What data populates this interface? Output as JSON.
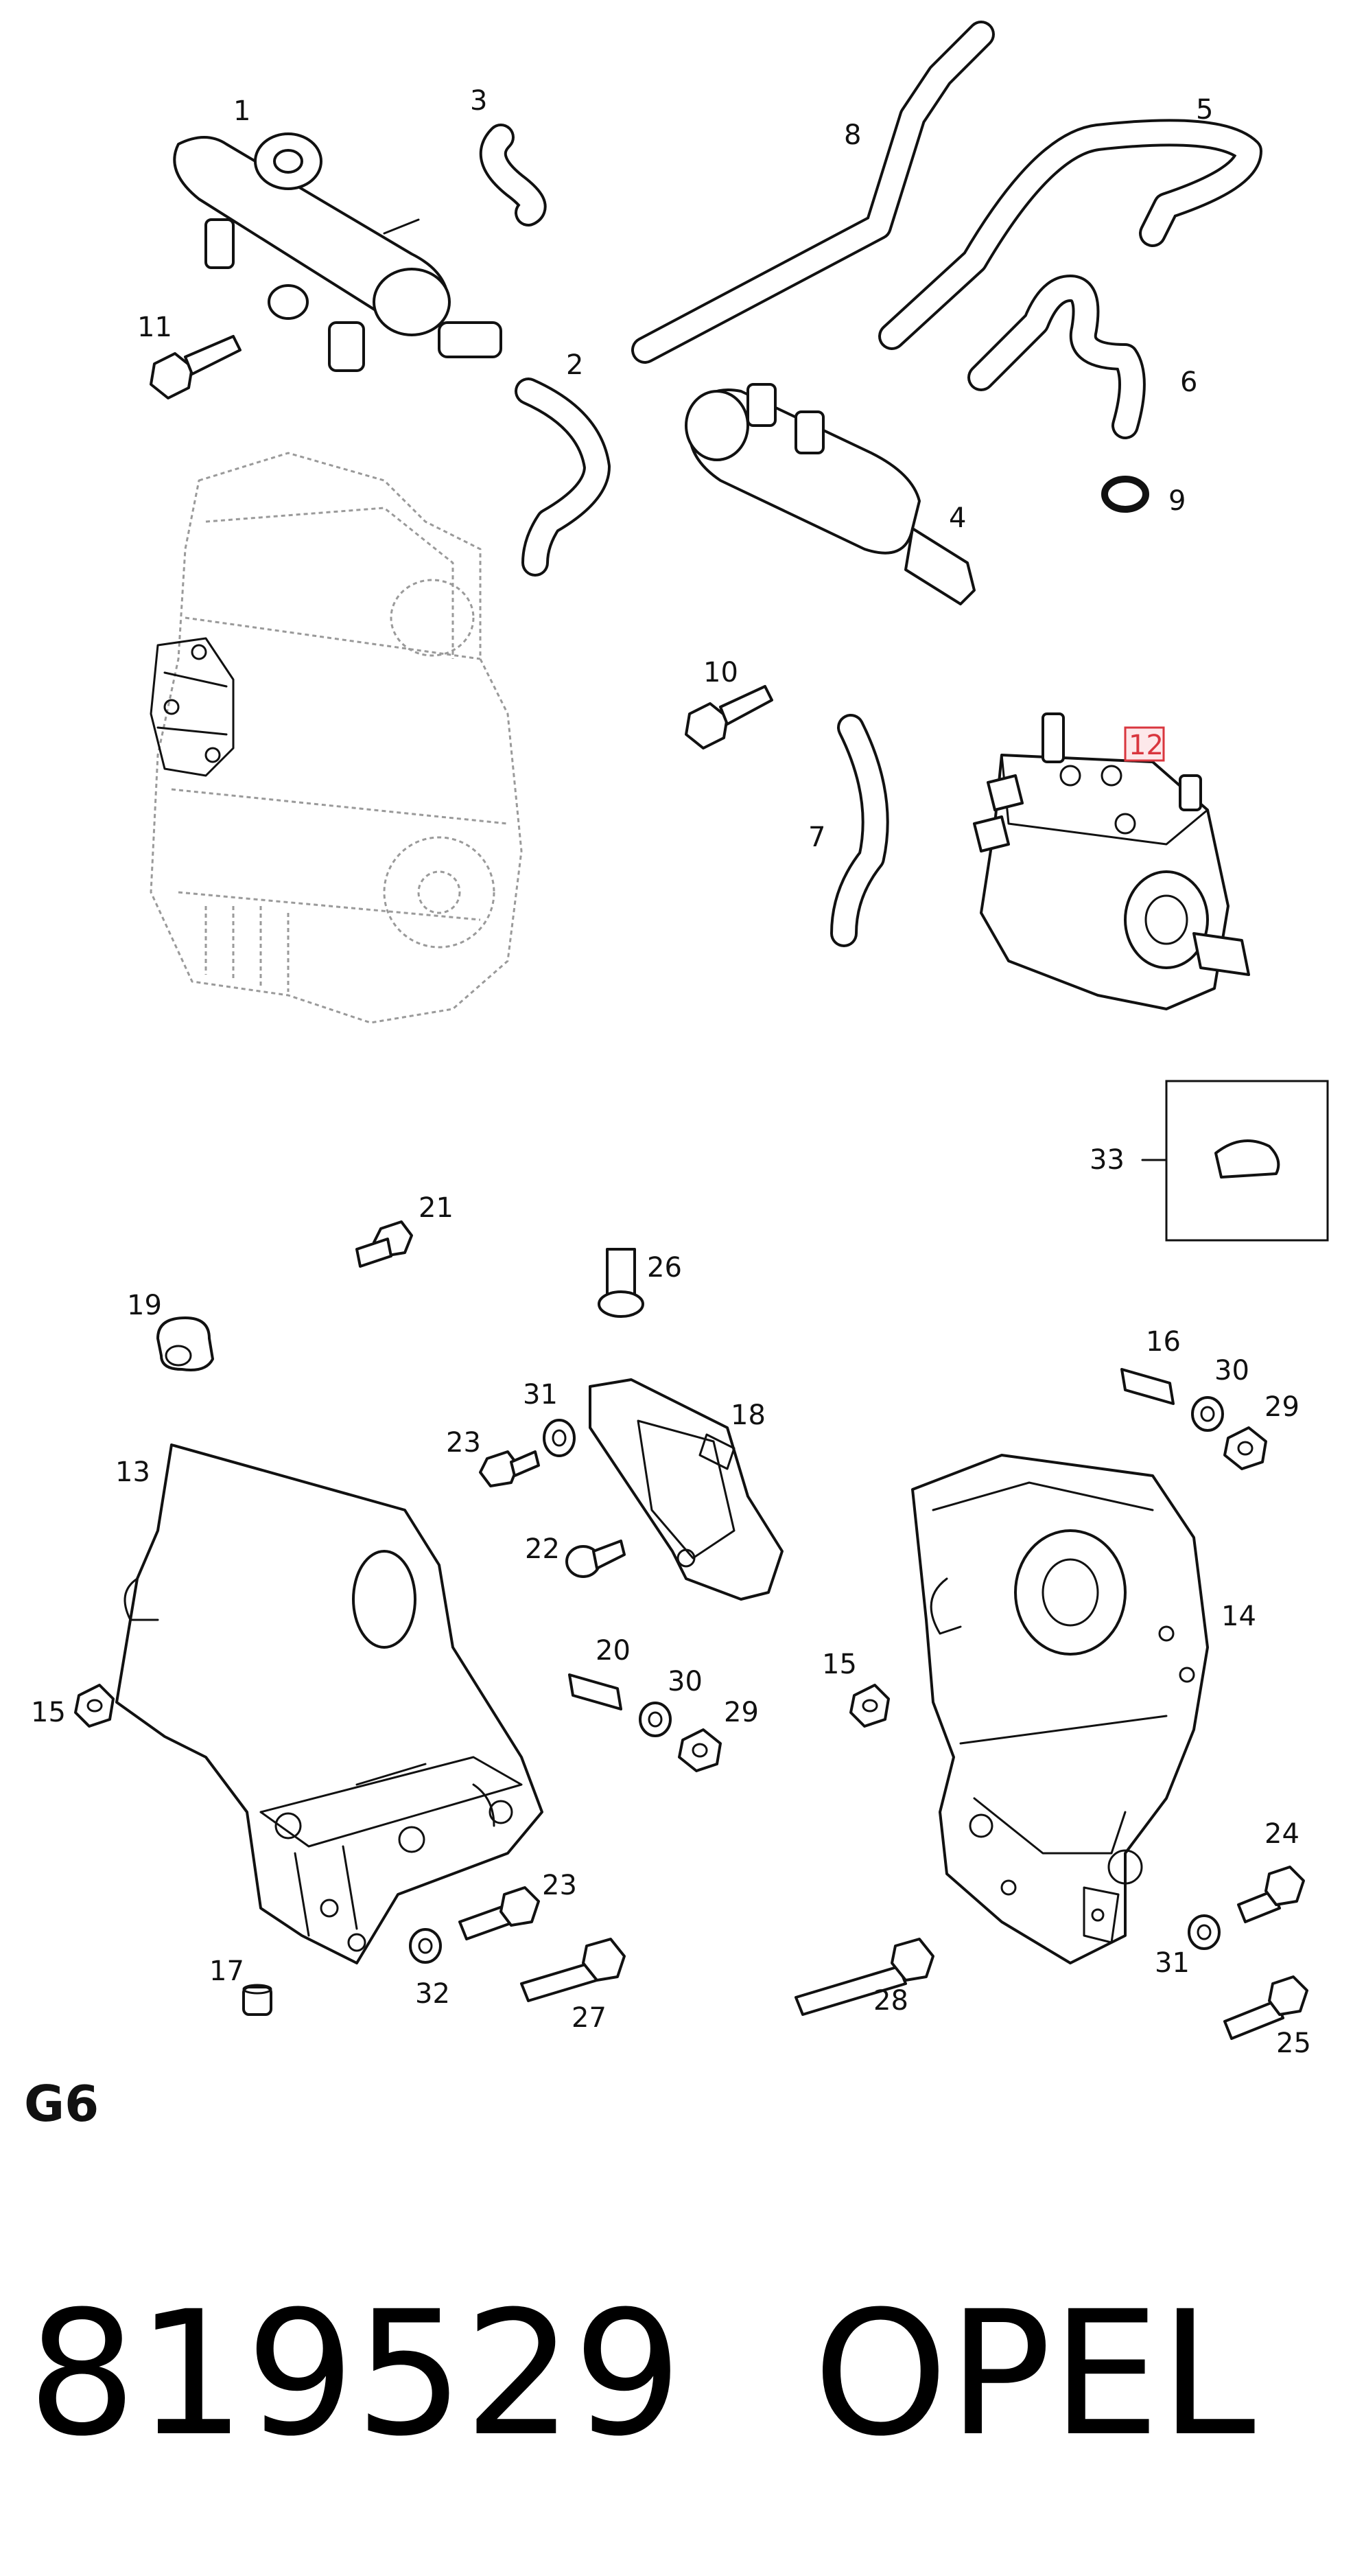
{
  "callouts": [
    "1",
    "2",
    "3",
    "4",
    "5",
    "6",
    "7",
    "8",
    "9",
    "10",
    "11",
    "12",
    "33",
    "21",
    "26",
    "19",
    "16",
    "30",
    "29",
    "31",
    "18",
    "13",
    "23",
    "22",
    "14",
    "20",
    "30",
    "29",
    "15",
    "15",
    "24",
    "23",
    "17",
    "32",
    "27",
    "28",
    "31",
    "25"
  ],
  "highlight_color": "#d9363e",
  "section_code": "G6",
  "part_number": "819529",
  "brand": "OPEL"
}
